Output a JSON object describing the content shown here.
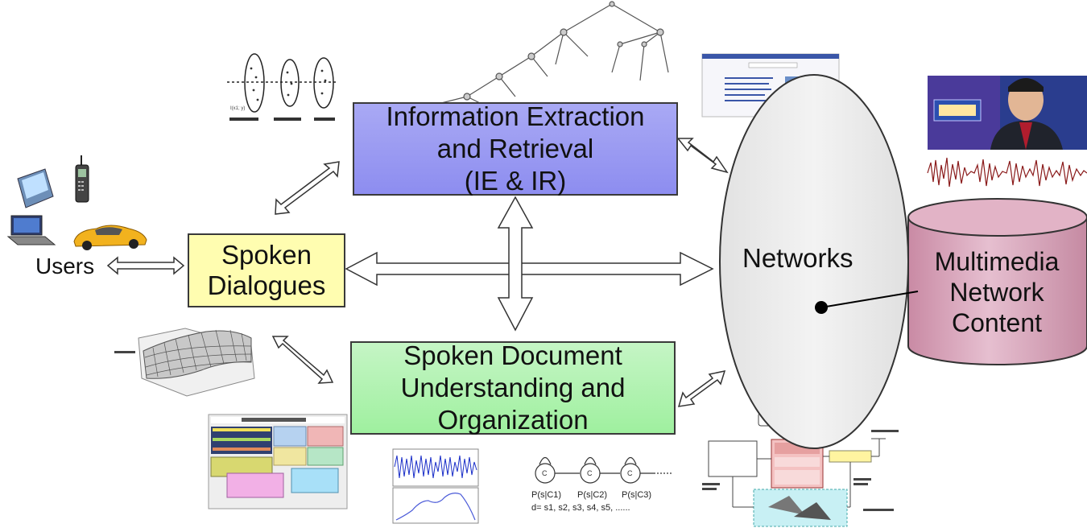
{
  "boxes": {
    "ie": {
      "line1": "Information Extraction",
      "line2": "and Retrieval",
      "line3": "(IE & IR)"
    },
    "sd": {
      "line1": "Spoken Document",
      "line2": "Understanding and",
      "line3": "Organization"
    },
    "spoken": {
      "line1": "Spoken",
      "line2": "Dialogues"
    }
  },
  "labels": {
    "users": "Users",
    "networks": "Networks",
    "multimedia": {
      "line1": "Multimedia",
      "line2": "Network",
      "line3": "Content"
    }
  },
  "thumbnails": {
    "devices": [
      "pda-icon",
      "mobile-phone-icon",
      "laptop-icon",
      "car-icon"
    ],
    "slide_small_text": [
      "I(x1; y)",
      "P(s|C1)",
      "P(s|C2)",
      "P(s|C3)",
      "d= s1, s2, s3, s4, s5, ......"
    ]
  },
  "colors": {
    "ie_box": "#9a9af2",
    "sd_box": "#b2f2b2",
    "spoken_box": "#fffdb0",
    "network_ellipse": "#eeeeee",
    "cylinder": "#d9a9bd"
  }
}
